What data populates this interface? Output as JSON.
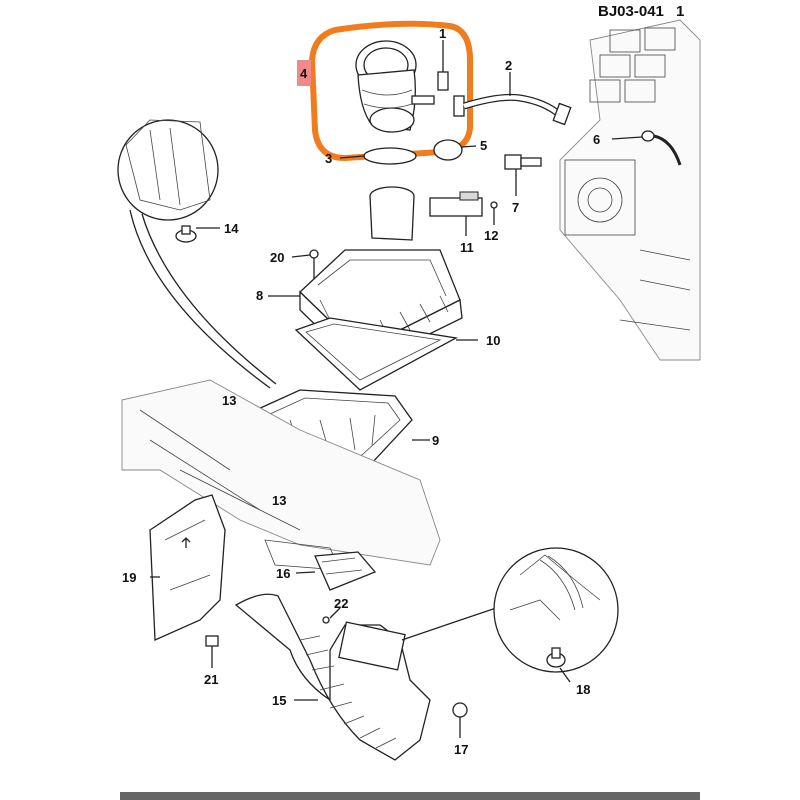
{
  "diagram": {
    "sheet_code": "BJ03-041",
    "sheet_page": "1",
    "callouts": [
      "1",
      "2",
      "3",
      "4",
      "5",
      "6",
      "7",
      "8",
      "9",
      "10",
      "11",
      "12",
      "13",
      "13",
      "14",
      "15",
      "16",
      "17",
      "18",
      "19",
      "20",
      "21",
      "22"
    ]
  },
  "colors": {
    "highlight_ring": "#f07c1e",
    "marker_square": "#f08a8a",
    "bottom_bar": "#666666"
  }
}
